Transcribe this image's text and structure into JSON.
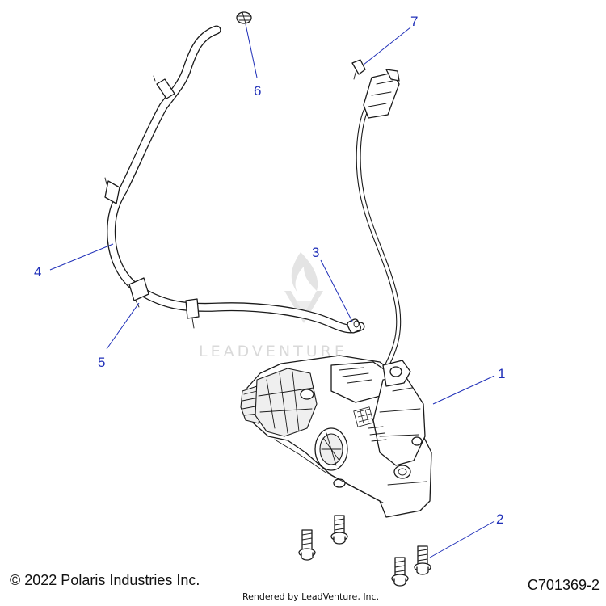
{
  "watermark": {
    "brand_text": "LEADVENTURE"
  },
  "callouts": [
    {
      "number": "1"
    },
    {
      "number": "2"
    },
    {
      "number": "3"
    },
    {
      "number": "4"
    },
    {
      "number": "5"
    },
    {
      "number": "6"
    },
    {
      "number": "7"
    }
  ],
  "footer": {
    "copyright": "© 2022 Polaris Industries Inc.",
    "rendered_by": "Rendered by LeadVenture, Inc.",
    "diagram_code": "C701369-2"
  },
  "colors": {
    "callout_blue": "#1f2fb8",
    "line_art": "#1a1a1a",
    "watermark_gray": "#d9d9d9"
  }
}
